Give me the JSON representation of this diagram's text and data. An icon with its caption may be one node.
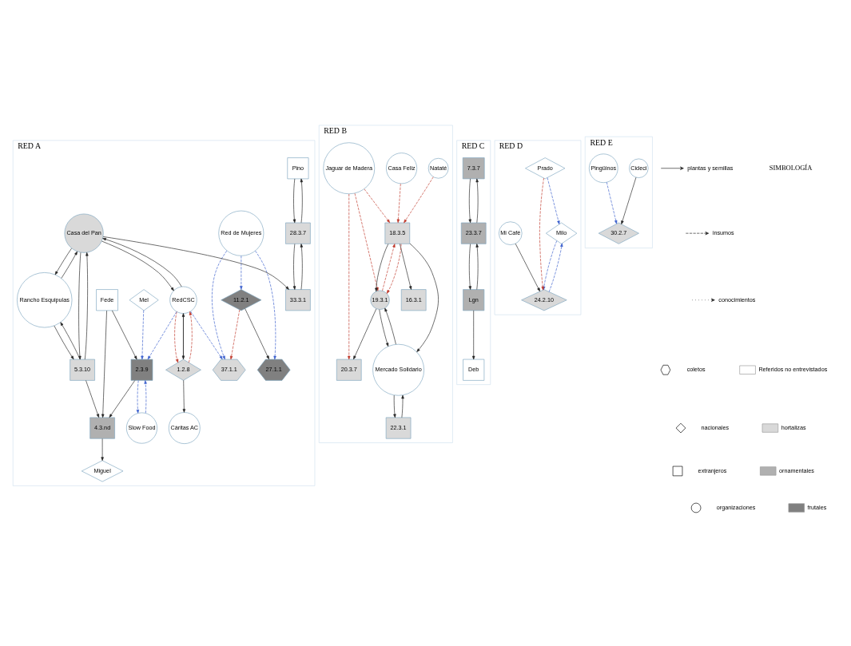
{
  "diagram": {
    "nodes": [
      {
        "text": [
          "RED A"
        ]
      },
      {
        "text": [
          "Pino"
        ],
        "in": 0
      },
      {
        "text": [
          "28.3.7"
        ],
        "in": 0
      },
      {
        "text": [
          "Cáritas AC"
        ],
        "in": 0
      },
      {
        "text": [
          "33.3.1"
        ],
        "in": 0
      },
      {
        "text": [
          "1.2.8"
        ],
        "in": 0
      },
      {
        "text": [
          "Red de Mujeres"
        ],
        "in": 0
      },
      {
        "text": [
          "27.1.1"
        ],
        "in": 0
      },
      {
        "text": [
          "Rancho Esquipulas"
        ],
        "in": 0
      },
      {
        "text": [
          "Casa del Pan"
        ],
        "in": 0
      },
      {
        "text": [
          "RedCSC"
        ],
        "in": 0
      },
      {
        "text": [
          "11.2.1"
        ],
        "in": 0
      },
      {
        "text": [
          "37.1.1"
        ],
        "in": 0
      },
      {
        "text": [
          "5.3.10"
        ],
        "in": 0
      },
      {
        "text": [
          "2.3.9"
        ],
        "in": 0
      },
      {
        "text": [
          "Slow Food"
        ],
        "in": 0
      },
      {
        "text": [
          "4.3.nd"
        ],
        "in": 0
      },
      {
        "text": [
          "Miguel"
        ],
        "in": 0
      },
      {
        "text": [
          "Mel"
        ],
        "in": 0
      },
      {
        "text": [
          "Fede"
        ],
        "in": 0
      },
      {
        "text": [
          "RED B"
        ]
      },
      {
        "text": [
          "Nataté"
        ],
        "in": 20
      },
      {
        "text": [
          "Casa Feliz"
        ],
        "in": 20
      },
      {
        "text": [
          "Jaguar de Madera"
        ],
        "in": 20
      },
      {
        "text": [
          "18.3.5"
        ],
        "in": 20
      },
      {
        "text": [
          "20.3.7"
        ],
        "in": 20
      },
      {
        "text": [
          "16.3.1"
        ],
        "in": 20
      },
      {
        "text": [
          "19.3.1"
        ],
        "in": 20
      },
      {
        "text": [
          "Mercado Solidario"
        ],
        "in": 20
      },
      {
        "text": [
          "22.3.1"
        ],
        "in": 20
      },
      {
        "text": [
          "RED C"
        ]
      },
      {
        "text": [
          "7.3.7"
        ],
        "in": 30
      },
      {
        "text": [
          "23.3.7"
        ],
        "in": 30
      },
      {
        "text": [
          "Lgn"
        ],
        "in": 30
      },
      {
        "text": [
          "Deb"
        ],
        "in": 30
      },
      {
        "text": [
          "RED D"
        ]
      },
      {
        "text": [
          "Milo"
        ],
        "in": 35
      },
      {
        "text": [
          "Mi Café"
        ],
        "in": 35
      },
      {
        "text": [
          "24.2.10"
        ],
        "in": 35
      },
      {
        "text": [
          "Prado"
        ],
        "in": 35
      },
      {
        "text": [
          "RED E"
        ]
      },
      {
        "text": [
          "Cideci"
        ],
        "in": 40
      },
      {
        "text": [
          "30.2.7"
        ],
        "in": 40
      },
      {
        "text": [
          "Pingüinos"
        ],
        "in": 40
      }
    ],
    "edges": [
      {
        "from": 1,
        "to": 2,
        "arrow": "to"
      },
      {
        "from": 2,
        "to": 1,
        "arrow": "to"
      },
      {
        "from": 2,
        "to": 4,
        "arrow": "to"
      },
      {
        "from": 4,
        "to": 2,
        "arrow": "to"
      },
      {
        "from": 9,
        "to": 4,
        "arrow": "to"
      },
      {
        "from": 5,
        "to": 3,
        "arrow": "to"
      },
      {
        "from": 5,
        "to": 10,
        "arrow": "to"
      },
      {
        "from": 10,
        "to": 5,
        "arrow": "to"
      },
      {
        "from": 10,
        "to": 5,
        "arrow": "to",
        "style": "dashed",
        "color": "#c0392b"
      },
      {
        "from": 5,
        "to": 10,
        "arrow": "to",
        "style": "dashed",
        "color": "#c0392b"
      },
      {
        "from": 9,
        "to": 10,
        "arrow": "to"
      },
      {
        "from": 10,
        "to": 9,
        "arrow": "to"
      },
      {
        "from": 8,
        "to": 9,
        "arrow": "to"
      },
      {
        "from": 9,
        "to": 8,
        "arrow": "to"
      },
      {
        "from": 8,
        "to": 13,
        "arrow": "to"
      },
      {
        "from": 13,
        "to": 8,
        "arrow": "to"
      },
      {
        "from": 13,
        "to": 9,
        "arrow": "to"
      },
      {
        "from": 9,
        "to": 13,
        "arrow": "to"
      },
      {
        "from": 13,
        "to": 16,
        "arrow": "to"
      },
      {
        "from": 14,
        "to": 16,
        "arrow": "to"
      },
      {
        "from": 16,
        "to": 17,
        "arrow": "to"
      },
      {
        "from": 19,
        "to": 16,
        "arrow": "to"
      },
      {
        "from": 19,
        "to": 14,
        "arrow": "to"
      },
      {
        "from": 18,
        "to": 14,
        "arrow": "to",
        "style": "dashed",
        "color": "#3a5fcd"
      },
      {
        "from": 15,
        "to": 14,
        "arrow": "to",
        "style": "dashed",
        "color": "#3a5fcd"
      },
      {
        "from": 14,
        "to": 15,
        "arrow": "to",
        "style": "dashed",
        "color": "#3a5fcd"
      },
      {
        "from": 10,
        "to": 14,
        "arrow": "to",
        "style": "dashed",
        "color": "#3a5fcd"
      },
      {
        "from": 10,
        "to": 12,
        "arrow": "to",
        "style": "dashed",
        "color": "#3a5fcd"
      },
      {
        "from": 6,
        "to": 7,
        "arrow": "to",
        "style": "dashed",
        "color": "#3a5fcd"
      },
      {
        "from": 6,
        "to": 12,
        "arrow": "to",
        "style": "dashed",
        "color": "#3a5fcd"
      },
      {
        "from": 6,
        "to": 11,
        "arrow": "to",
        "style": "dashed",
        "color": "#3a5fcd"
      },
      {
        "from": 11,
        "to": 7,
        "arrow": "to"
      },
      {
        "from": 11,
        "to": 12,
        "arrow": "to",
        "style": "dashed",
        "color": "#c0392b"
      },
      {
        "from": 21,
        "to": 24,
        "arrow": "to",
        "style": "dashed",
        "color": "#c0392b"
      },
      {
        "from": 22,
        "to": 24,
        "arrow": "to",
        "style": "dashed",
        "color": "#c0392b"
      },
      {
        "from": 23,
        "to": 24,
        "arrow": "to",
        "style": "dashed",
        "color": "#c0392b"
      },
      {
        "from": 23,
        "to": 27,
        "arrow": "to",
        "style": "dashed",
        "color": "#c0392b"
      },
      {
        "from": 23,
        "to": 25,
        "arrow": "to",
        "style": "dashed",
        "color": "#c0392b"
      },
      {
        "from": 24,
        "to": 27,
        "arrow": "to"
      },
      {
        "from": 27,
        "to": 24,
        "arrow": "to",
        "style": "dashed",
        "color": "#c0392b"
      },
      {
        "from": 24,
        "to": 27,
        "arrow": "to",
        "style": "dashed",
        "color": "#c0392b"
      },
      {
        "from": 24,
        "to": 26,
        "arrow": "to"
      },
      {
        "from": 24,
        "to": 28,
        "arrow": "to"
      },
      {
        "from": 27,
        "to": 28,
        "arrow": "to"
      },
      {
        "from": 28,
        "to": 27,
        "arrow": "to"
      },
      {
        "from": 27,
        "to": 25,
        "arrow": "to"
      },
      {
        "from": 28,
        "to": 29,
        "arrow": "to"
      },
      {
        "from": 29,
        "to": 28,
        "arrow": "to"
      },
      {
        "from": 31,
        "to": 32,
        "arrow": "to"
      },
      {
        "from": 32,
        "to": 31,
        "arrow": "to"
      },
      {
        "from": 32,
        "to": 33,
        "arrow": "to"
      },
      {
        "from": 33,
        "to": 32,
        "arrow": "to"
      },
      {
        "from": 33,
        "to": 34,
        "arrow": "to"
      },
      {
        "from": 36,
        "to": 38,
        "arrow": "to",
        "style": "dashed",
        "color": "#3a5fcd"
      },
      {
        "from": 38,
        "to": 36,
        "arrow": "to",
        "style": "dashed",
        "color": "#3a5fcd"
      },
      {
        "from": 39,
        "to": 36,
        "arrow": "to",
        "style": "dashed",
        "color": "#3a5fcd"
      },
      {
        "from": 37,
        "to": 38,
        "arrow": "to"
      },
      {
        "from": 39,
        "to": 38,
        "arrow": "to",
        "style": "dashed",
        "color": "#c0392b"
      },
      {
        "from": 41,
        "to": 42,
        "arrow": "to"
      },
      {
        "from": 43,
        "to": 42,
        "arrow": "to",
        "style": "dashed",
        "color": "#3a5fcd"
      }
    ],
    "labels": [
      "SIMBOLOGÍA"
    ],
    "legend": [
      {
        "text": "plantas y semillas"
      },
      {
        "text": "insumos"
      },
      {
        "text": "conocimientos"
      },
      {
        "text": "coletos"
      },
      {
        "text": "nacionales"
      },
      {
        "text": "extranjeros"
      },
      {
        "text": "organizaciones"
      },
      {
        "text": "Referidos no entrevistados",
        "color": "#ffffff"
      },
      {
        "text": "hortalizas",
        "color": "#d9d9d9"
      },
      {
        "text": "ornamentales",
        "color": "#b0b0b0"
      },
      {
        "text": "frutales",
        "color": "#808080"
      }
    ]
  }
}
